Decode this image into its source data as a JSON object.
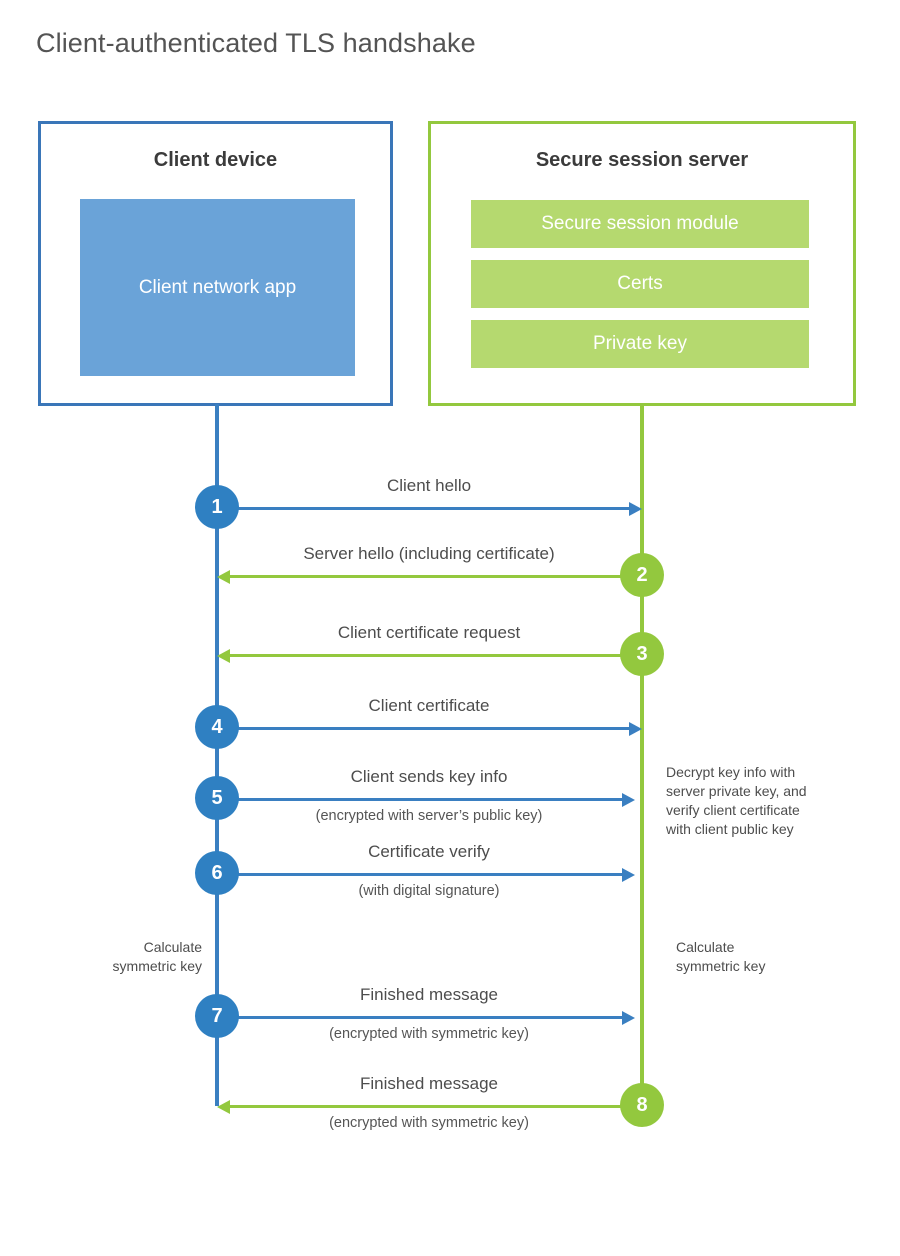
{
  "title": "Client-authenticated TLS handshake",
  "colors": {
    "client_border": "#3a76b8",
    "client_app_fill": "#6aa3d8",
    "client_line": "#3a7fc1",
    "client_badge": "#2f80c2",
    "server_border": "#93c83e",
    "server_module_fill": "#b5d96f",
    "server_line": "#93c83e",
    "server_badge": "#93c83e",
    "text": "#4a4a4a"
  },
  "client": {
    "title": "Client device",
    "app_label": "Client network app"
  },
  "server": {
    "title": "Secure session server",
    "modules": [
      {
        "label": "Secure session module"
      },
      {
        "label": "Certs"
      },
      {
        "label": "Private key"
      }
    ]
  },
  "notes": {
    "client_calculate": "Calculate\nsymmetric key",
    "server_calculate": "Calculate\nsymmetric key",
    "server_decrypt": "Decrypt key info with\nserver private key, and\nverify client certificate\nwith client public key"
  },
  "steps": [
    {
      "number": "1",
      "label": "Client hello",
      "sub": "",
      "direction": "client-to-server",
      "side": "client"
    },
    {
      "number": "2",
      "label": "Server hello (including certificate)",
      "sub": "",
      "direction": "server-to-client",
      "side": "server"
    },
    {
      "number": "3",
      "label": "Client certificate request",
      "sub": "",
      "direction": "server-to-client",
      "side": "server"
    },
    {
      "number": "4",
      "label": "Client certificate",
      "sub": "",
      "direction": "client-to-server",
      "side": "client"
    },
    {
      "number": "5",
      "label": "Client sends key info",
      "sub": "(encrypted with server’s public key)",
      "direction": "client-to-server",
      "side": "client"
    },
    {
      "number": "6",
      "label": "Certificate verify",
      "sub": "(with digital signature)",
      "direction": "client-to-server",
      "side": "client"
    },
    {
      "number": "7",
      "label": "Finished message",
      "sub": "(encrypted with symmetric key)",
      "direction": "client-to-server",
      "side": "client"
    },
    {
      "number": "8",
      "label": "Finished message",
      "sub": "(encrypted with symmetric key)",
      "direction": "server-to-client",
      "side": "server"
    }
  ]
}
